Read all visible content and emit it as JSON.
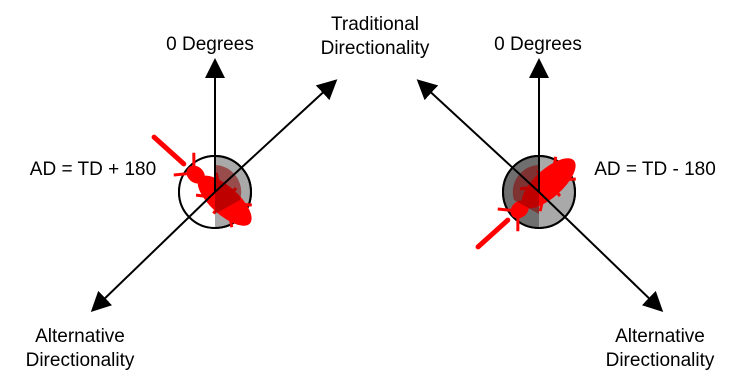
{
  "labels": {
    "traditional_line1": "Traditional",
    "traditional_line2": "Directionality",
    "zero_left": "0 Degrees",
    "zero_right": "0 Degrees",
    "eq_left": "AD = TD + 180",
    "eq_right": "AD = TD - 180",
    "alt_left_line1": "Alternative",
    "alt_left_line2": "Directionality",
    "alt_right_line1": "Alternative",
    "alt_right_line2": "Directionality"
  },
  "colors": {
    "insect": "#ff0000",
    "insect_dark": "#8b0000",
    "circle_fill": "#a9a9a9",
    "arrow": "#000000"
  },
  "icons": [
    "arrow-up-icon",
    "arrow-diagonal-icon",
    "insect-icon",
    "compass-circle-icon"
  ]
}
